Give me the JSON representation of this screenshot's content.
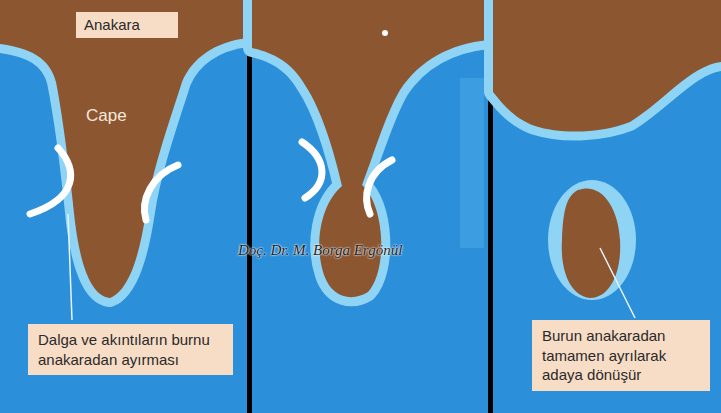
{
  "diagram": {
    "nodes": [
      {
        "text": [
          "Anakara"
        ]
      },
      {
        "text": [
          "Dalga ve akıntıların burnu anakaradan ayırması"
        ]
      },
      {
        "text": [
          "Burun anakaradan tamamen ayrılarak adaya dönüşür"
        ]
      }
    ],
    "labels": [
      "Cape",
      "Doç. Dr. M. Borga Ergönül"
    ]
  }
}
